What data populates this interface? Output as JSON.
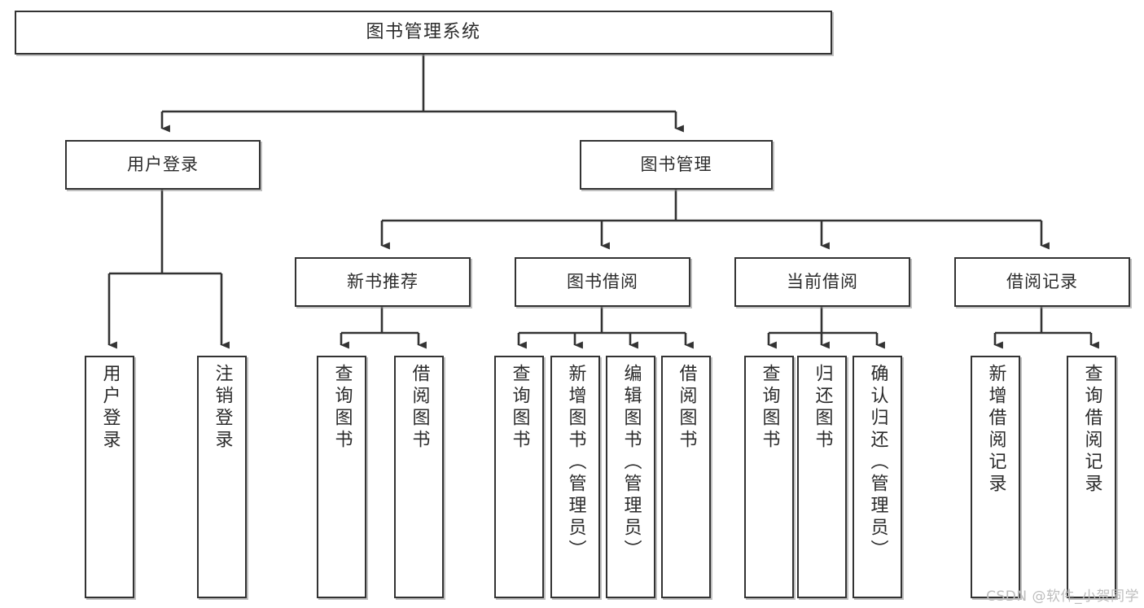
{
  "diagram": {
    "title": "图书管理系统",
    "background_color": "#ffffff",
    "box_border_color": "#333333",
    "box_fill_color": "#ffffff",
    "text_color": "#2b2b2b",
    "edge_color": "#333333"
  },
  "nodes": {
    "root": {
      "label": "图书管理系统"
    },
    "level1": [
      {
        "id": "user-login",
        "label": "用户登录"
      },
      {
        "id": "book-management",
        "label": "图书管理"
      }
    ],
    "level2": [
      {
        "id": "new-book-recommend",
        "label": "新书推荐"
      },
      {
        "id": "book-borrow",
        "label": "图书借阅"
      },
      {
        "id": "current-borrow",
        "label": "当前借阅"
      },
      {
        "id": "borrow-record",
        "label": "借阅记录"
      }
    ],
    "leaves": {
      "user_login": [
        {
          "id": "user-login-leaf",
          "label": "用户登录"
        },
        {
          "id": "user-logout-leaf",
          "label": "注销登录"
        }
      ],
      "new_book_recommend": [
        {
          "id": "query-book-1",
          "label": "查询图书"
        },
        {
          "id": "borrow-book-1",
          "label": "借阅图书"
        }
      ],
      "book_borrow": [
        {
          "id": "query-book-2",
          "label": "查询图书"
        },
        {
          "id": "add-book-admin",
          "label": "新增图书（管理员）"
        },
        {
          "id": "edit-book-admin",
          "label": "编辑图书（管理员）"
        },
        {
          "id": "borrow-book-2",
          "label": "借阅图书"
        }
      ],
      "current_borrow": [
        {
          "id": "query-book-3",
          "label": "查询图书"
        },
        {
          "id": "return-book",
          "label": "归还图书"
        },
        {
          "id": "confirm-return-admin",
          "label": "确认归还（管理员）"
        }
      ],
      "borrow_record": [
        {
          "id": "add-borrow-record",
          "label": "新增借阅记录"
        },
        {
          "id": "query-borrow-record",
          "label": "查询借阅记录"
        }
      ]
    }
  },
  "watermark": {
    "text": "CSDN @软件_小贺同学"
  }
}
